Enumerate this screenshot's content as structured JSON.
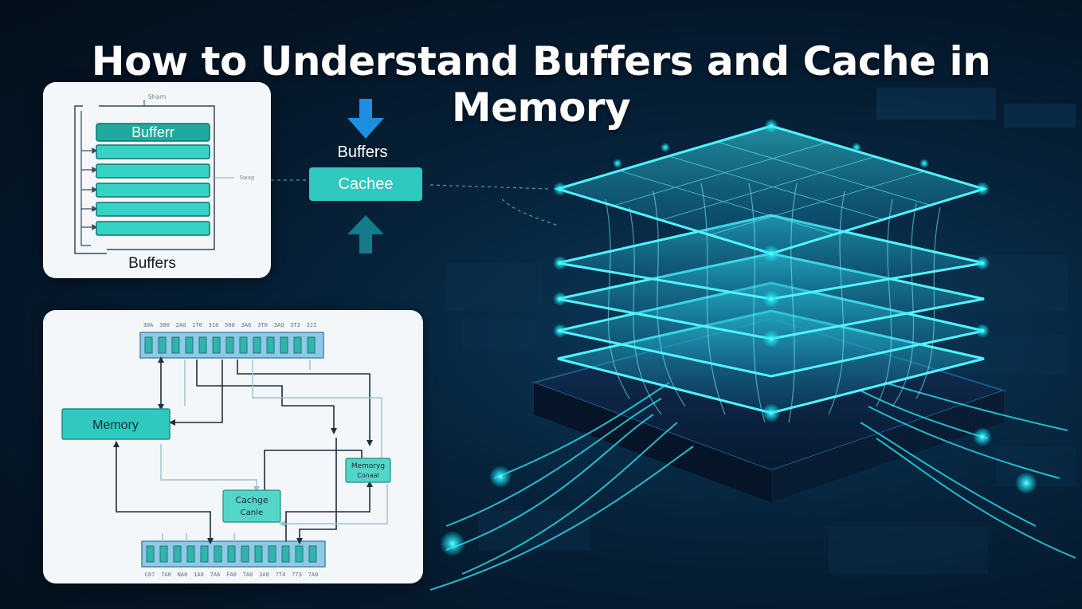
{
  "title": "How to Understand Buffers and Cache in Memory",
  "buffer_card": {
    "small_top_label": "Sham",
    "side_label": "Swap",
    "header_bar": "Bufferr",
    "footer_label": "Buffers"
  },
  "middle": {
    "label": "Buffers",
    "box": "Cachee"
  },
  "memory_card": {
    "memory_box": "Memory",
    "cache_box_line1": "Cachge",
    "cache_box_line2": "Canle",
    "controller_line1": "Memoryg",
    "controller_line2": "Conaal",
    "top_bus_labels": [
      "30A",
      "300",
      "2A0",
      "1T0",
      "310",
      "500",
      "3A6",
      "3T0",
      "3AQ",
      "3T3",
      "3JI"
    ],
    "bottom_bus_labels": [
      "C67",
      "7A0",
      "NA0",
      "1A0",
      "7A6",
      "FA0",
      "7A0",
      "3A8",
      "7T4",
      "773",
      "7A0"
    ]
  },
  "colors": {
    "teal": "#2fc9bf",
    "glow": "#1de9f5",
    "background": "#041526",
    "card": "#f3f7fa",
    "arrow_blue": "#1d8fe0"
  }
}
